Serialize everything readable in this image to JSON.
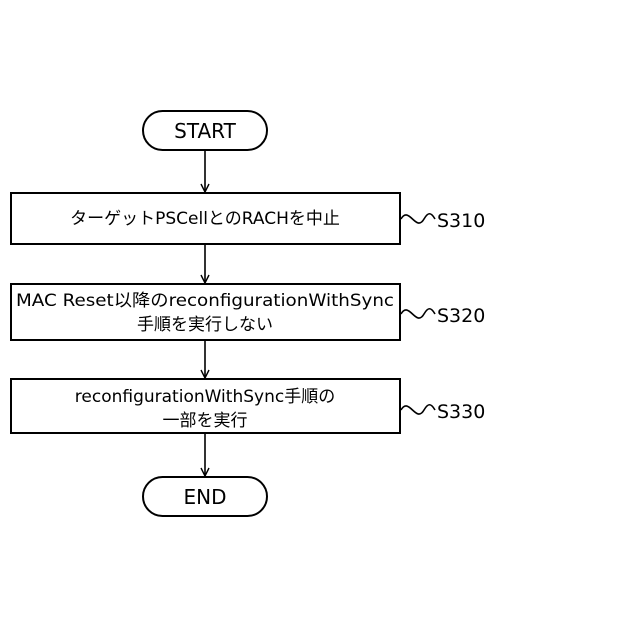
{
  "flowchart": {
    "start_label": "START",
    "end_label": "END",
    "steps": [
      {
        "id": "S310",
        "lines": [
          "ターゲットPSCellとのRACHを中止"
        ]
      },
      {
        "id": "S320",
        "lines": [
          "MAC Reset以降のreconfigurationWithSync",
          "手順を実行しない"
        ]
      },
      {
        "id": "S330",
        "lines": [
          "reconfigurationWithSync手順の",
          "一部を実行"
        ]
      }
    ]
  }
}
